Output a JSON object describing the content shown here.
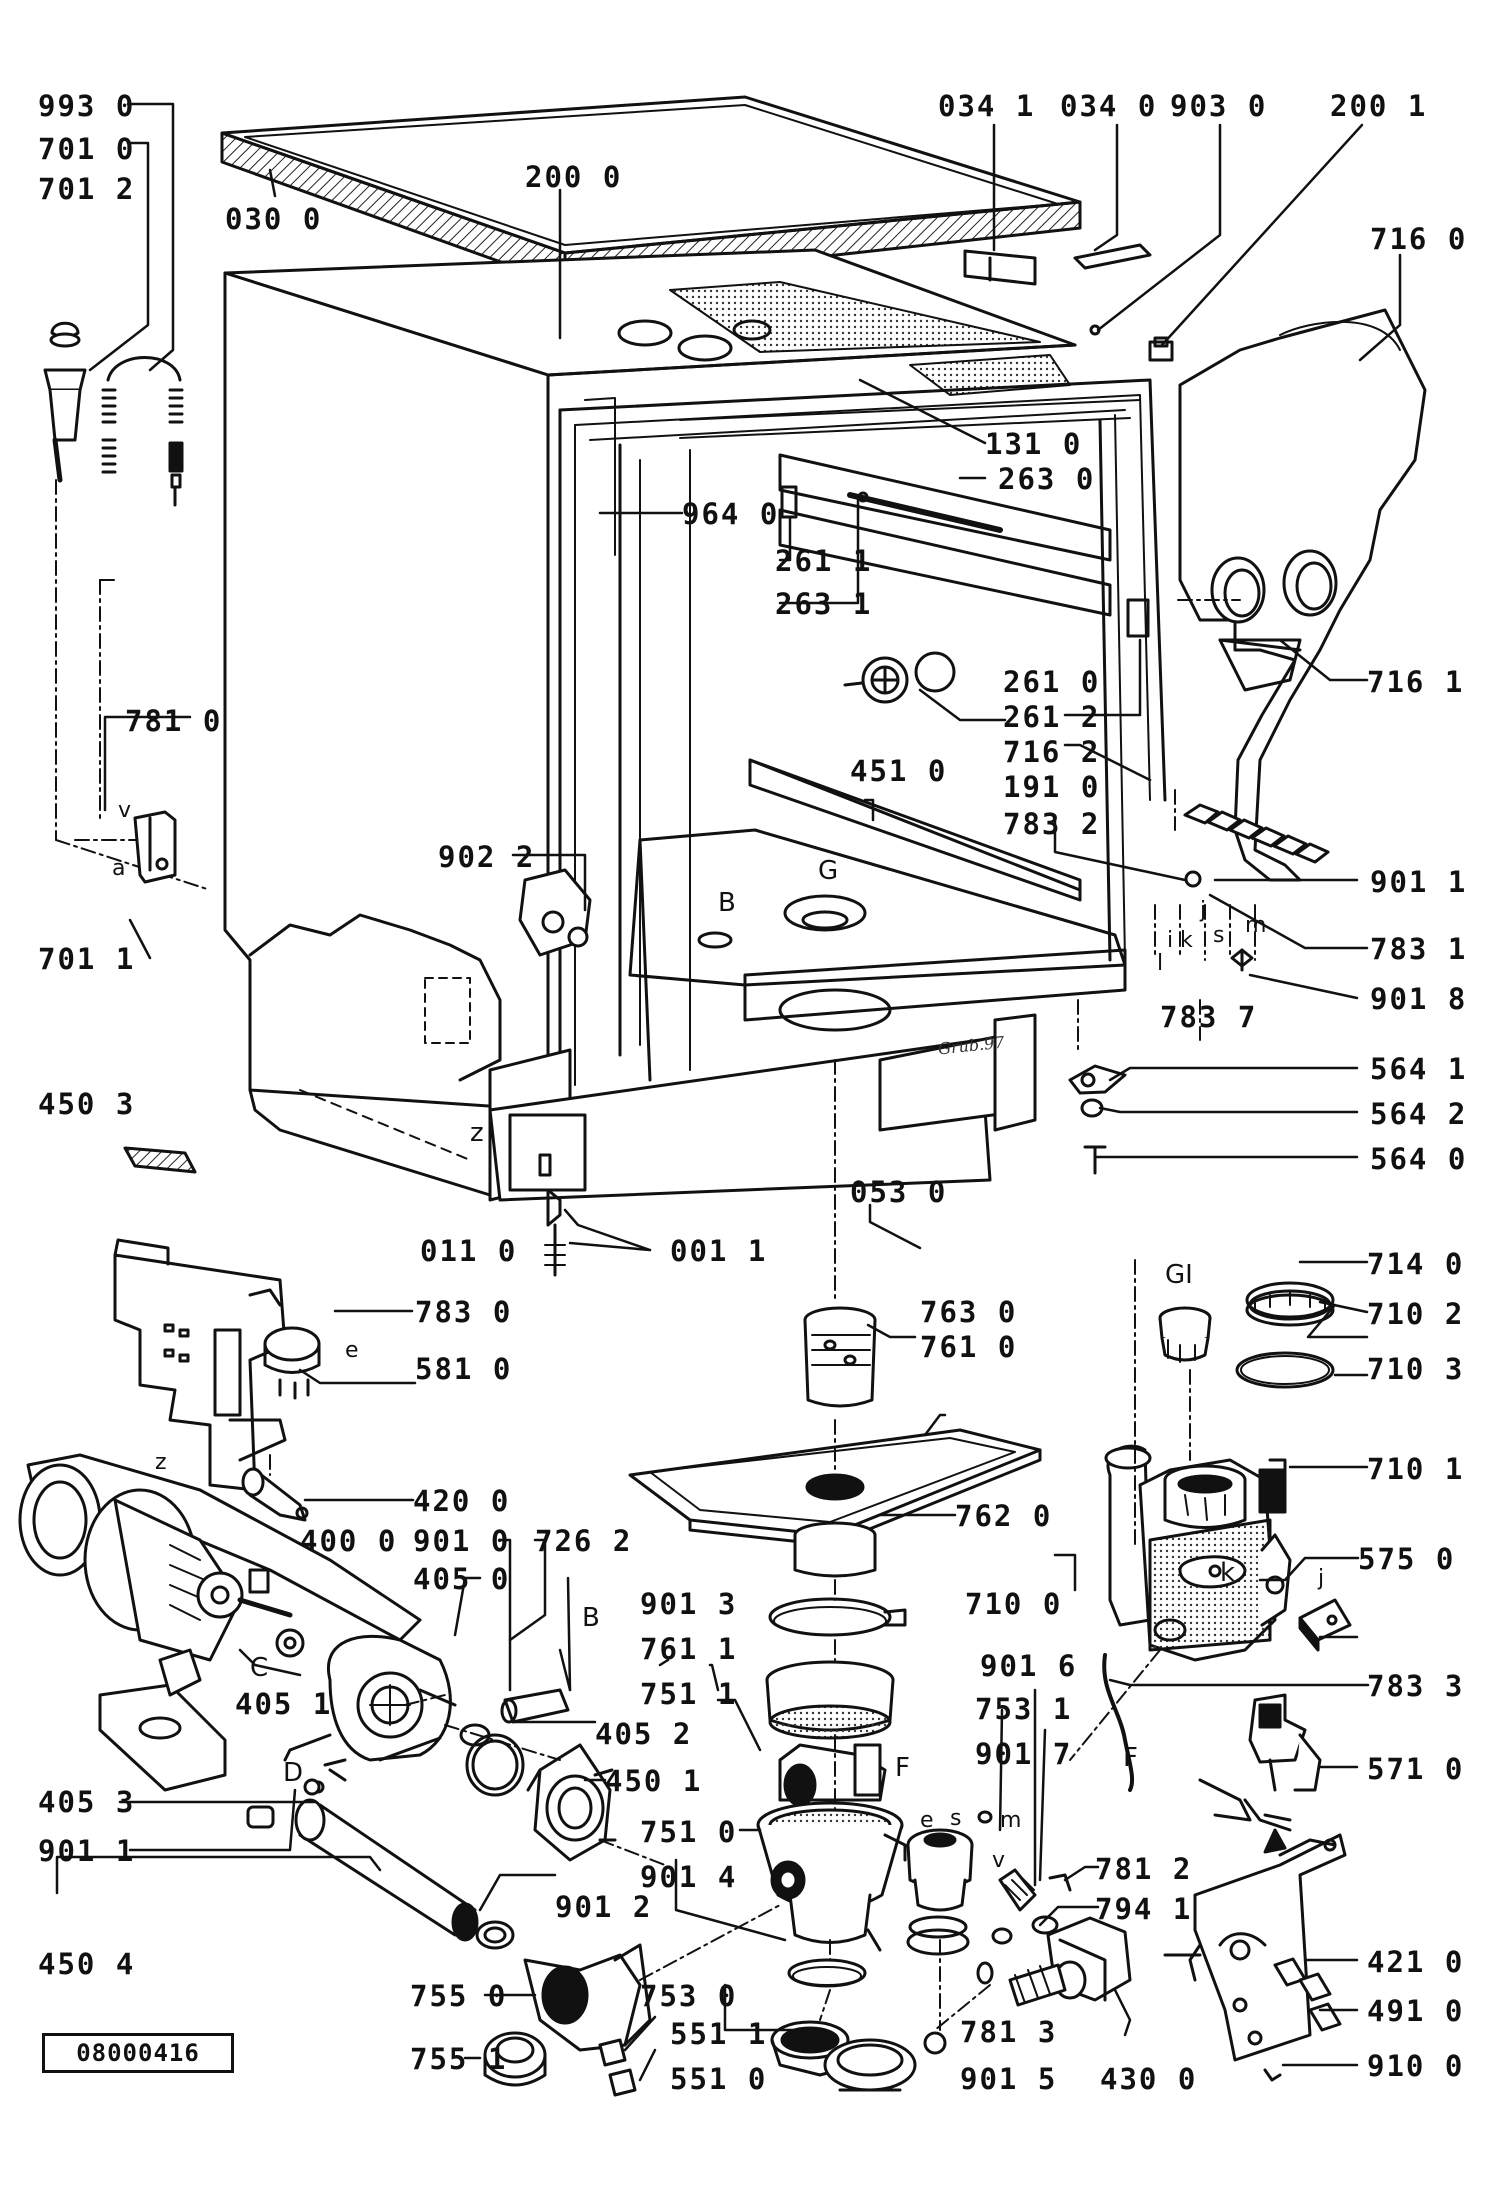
{
  "document_number": "08000416",
  "signature_mark": "Grub.97",
  "callouts": {
    "p993_0": "993 0",
    "p701_0": "701 0",
    "p701_2": "701 2",
    "p030_0": "030 0",
    "p200_0": "200 0",
    "p034_1": "034 1",
    "p034_0": "034 0",
    "p903_0": "903 0",
    "p200_1": "200 1",
    "p716_0": "716 0",
    "p131_0": "131 0",
    "p263_0": "263 0",
    "p964_0": "964 0",
    "p261_1": "261 1",
    "p263_1": "263 1",
    "p716_1": "716 1",
    "p781_0": "781 0",
    "p261_0": "261 0",
    "p261_2": "261 2",
    "p716_2": "716 2",
    "p191_0": "191 0",
    "p451_0": "451 0",
    "p783_2": "783 2",
    "p902_2": "902 2",
    "p901_1a": "901 1",
    "p783_1a": "783 1",
    "p701_1": "701 1",
    "p783_7": "783 7",
    "p901_8": "901 8",
    "p564_1": "564 1",
    "p450_3": "450 3",
    "p564_2": "564 2",
    "p564_0": "564 0",
    "p053_0": "053 0",
    "p011_0": "011 0",
    "p001_1": "001 1",
    "p714_0": "714 0",
    "p763_0": "763 0",
    "p783_0": "783 0",
    "p710_2": "710 2",
    "p761_0": "761 0",
    "p581_0": "581 0",
    "p710_3": "710 3",
    "p710_1": "710 1",
    "p420_0": "420 0",
    "p400_0": "400 0",
    "p762_0": "762 0",
    "p901_0": "901 0",
    "p726_2": "726 2",
    "p405_0": "405 0",
    "p575_0": "575 0",
    "p901_3": "901 3",
    "p710_0": "710 0",
    "p761_1": "761 1",
    "p901_6": "901 6",
    "p405_1": "405 1",
    "p751_1": "751 1",
    "p753_1": "753 1",
    "p783_3": "783 3",
    "p405_2": "405 2",
    "p901_7": "901 7",
    "p405_3": "405 3",
    "p450_1": "450 1",
    "p571_0": "571 0",
    "p901_1b": "901 1",
    "p751_0": "751 0",
    "p901_4": "901 4",
    "p781_2": "781 2",
    "p901_2": "901 2",
    "p794_1": "794 1",
    "p450_4": "450 4",
    "p421_0": "421 0",
    "p755_0": "755 0",
    "p753_0": "753 0",
    "p551_1": "551 1",
    "p781_3": "781 3",
    "p491_0": "491 0",
    "p755_1": "755 1",
    "p551_0": "551 0",
    "p901_5": "901 5",
    "p430_0": "430 0",
    "p910_0": "910 0"
  },
  "letters": {
    "v1": "v",
    "a1": "a",
    "B1": "B",
    "G1": "G",
    "z1": "z",
    "i": "i",
    "k1": "k",
    "j1": "j",
    "s1": "s",
    "m1": "m",
    "l": "l",
    "e1": "e",
    "z2": "z",
    "Gi": "GI",
    "k2": "k",
    "j2": "j",
    "F1": "F",
    "C": "C",
    "B2": "B",
    "D": "D",
    "e2": "e",
    "s2": "s",
    "m2": "m",
    "v2": "v",
    "F2": "F"
  }
}
